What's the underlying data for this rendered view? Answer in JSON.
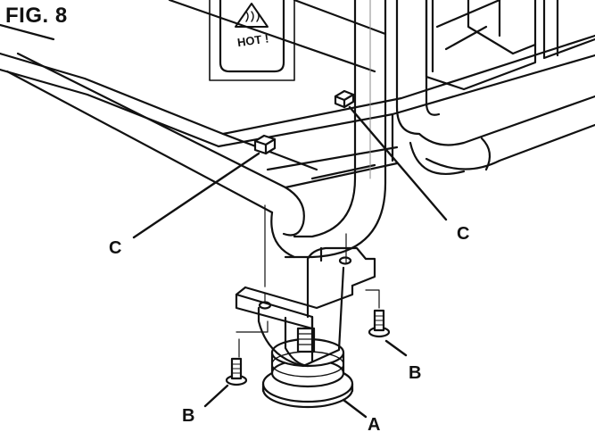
{
  "figure": {
    "title": "FIG. 8"
  },
  "warning_label": {
    "text": "HOT !",
    "icon": "hot-surface-warning-icon"
  },
  "callouts": {
    "a": "A",
    "b_left": "B",
    "b_right": "B",
    "c_left": "C",
    "c_right": "C"
  },
  "colors": {
    "line": "#111111",
    "fill": "#ffffff",
    "shade": "#dcdcdc"
  }
}
